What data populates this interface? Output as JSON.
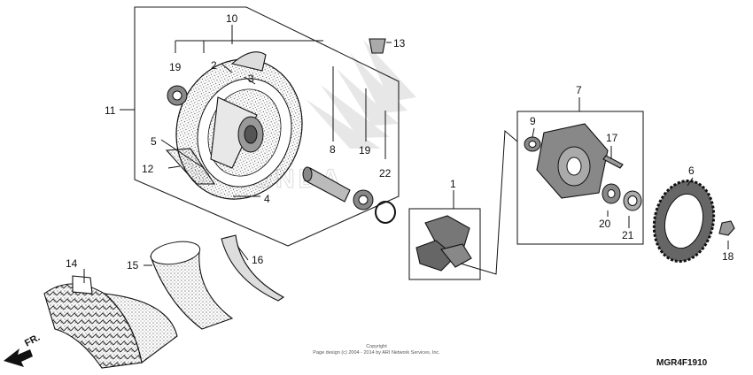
{
  "diagram": {
    "diagram_code": "MGR4F1910",
    "copyright_line1": "Copyright",
    "copyright_line2": "Page design (c) 2004 - 2014 by ARI Network Services, Inc.",
    "front_label": "FR.",
    "brand_watermark": "HONDA",
    "callouts": [
      "1",
      "2",
      "3",
      "4",
      "5",
      "6",
      "7",
      "8",
      "9",
      "10",
      "11",
      "12",
      "13",
      "14",
      "15",
      "16",
      "17",
      "18",
      "19",
      "19",
      "20",
      "21",
      "22"
    ]
  }
}
